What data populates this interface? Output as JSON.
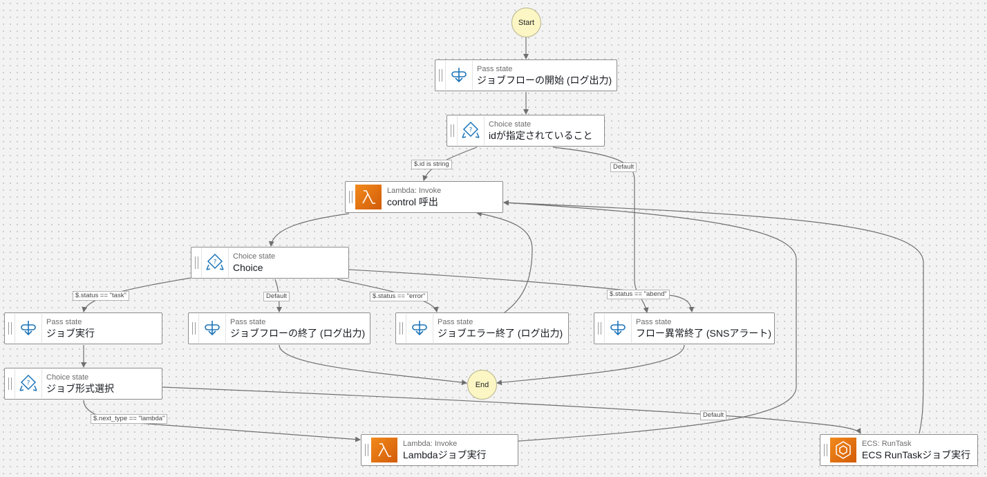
{
  "start": "Start",
  "end": "End",
  "nodes": {
    "log_start": {
      "kind": "Pass state",
      "name": "ジョブフローの開始 (ログ出力)"
    },
    "id_check": {
      "kind": "Choice state",
      "name": "idが指定されていること"
    },
    "control": {
      "kind": "Lambda: Invoke",
      "name": "control 呼出"
    },
    "choice": {
      "kind": "Choice state",
      "name": "Choice"
    },
    "job_exec": {
      "kind": "Pass state",
      "name": "ジョブ実行"
    },
    "flow_end": {
      "kind": "Pass state",
      "name": "ジョブフローの終了 (ログ出力)"
    },
    "job_error": {
      "kind": "Pass state",
      "name": "ジョブエラー終了 (ログ出力)"
    },
    "flow_abend": {
      "kind": "Pass state",
      "name": "フロー異常終了 (SNSアラート)"
    },
    "job_type": {
      "kind": "Choice state",
      "name": "ジョブ形式選択"
    },
    "lambda_job": {
      "kind": "Lambda: Invoke",
      "name": "Lambdaジョブ実行"
    },
    "ecs_job": {
      "kind": "ECS: RunTask",
      "name": "ECS RunTaskジョブ実行"
    }
  },
  "edge_labels": {
    "id_string": "$.id is string",
    "id_default": "Default",
    "status_task": "$.status == \"task\"",
    "status_default": "Default",
    "status_error": "$.status == \"error\"",
    "status_abend": "$.status == \"abend\"",
    "next_lambda": "$.next_type == \"lambda\"",
    "next_default": "Default"
  },
  "icons": {
    "pass": "pass-state-icon",
    "choice": "choice-state-icon",
    "lambda": "lambda-icon",
    "ecs": "ecs-icon"
  },
  "colors": {
    "canvas": "#f3f3f3",
    "edge": "#6f6f6f",
    "pass_icon": "#1a73b8",
    "lambda_bg": "#e0700f",
    "terminal_fill": "#fbf6c3"
  }
}
